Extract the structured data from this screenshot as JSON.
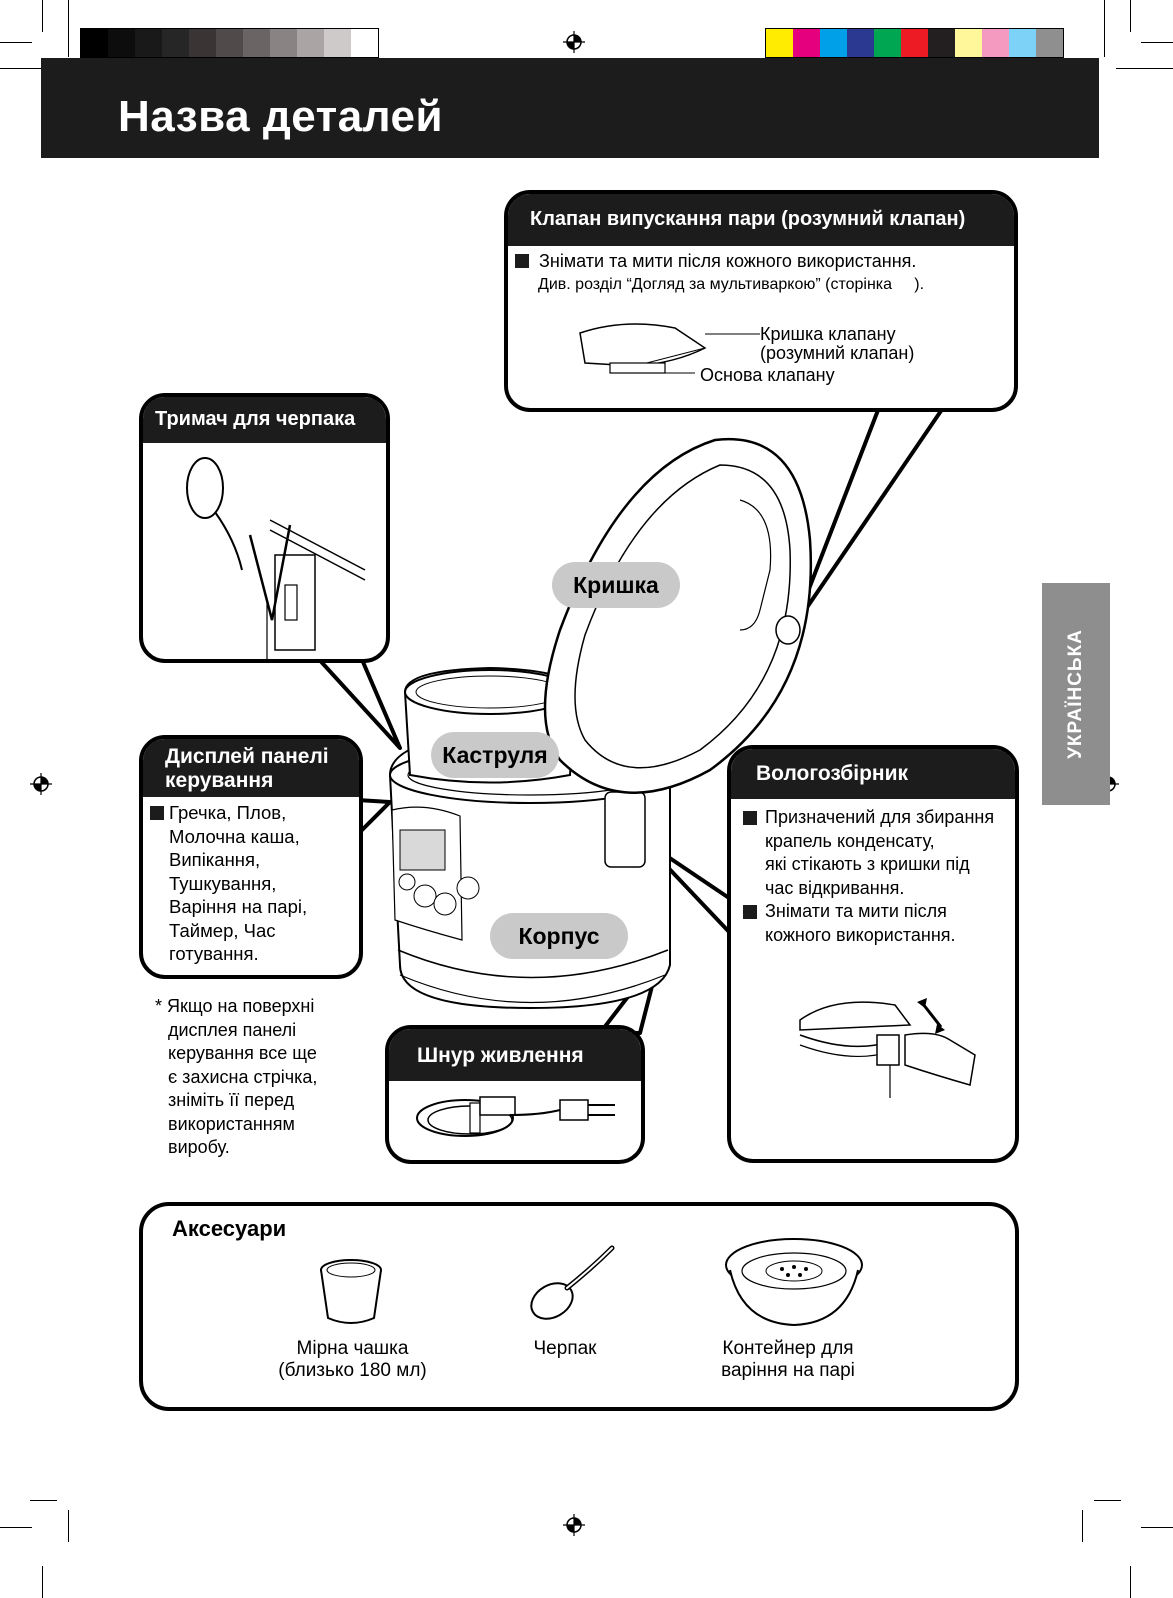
{
  "page": {
    "title": "Назва деталей",
    "language_tab": "УКРАЇНСЬКА"
  },
  "colors": {
    "grey_bar": [
      "#000000",
      "#0d0d0d",
      "#191919",
      "#262626",
      "#3a3434",
      "#514a4a",
      "#6b6464",
      "#8a8383",
      "#aaa4a4",
      "#cfcaca",
      "#ffffff"
    ],
    "color_bar": [
      "#ffec00",
      "#e5007e",
      "#00a0e9",
      "#2b3990",
      "#00a651",
      "#ed1c24",
      "#231f20",
      "#fff799",
      "#f49ac1",
      "#7dd3f7",
      "#8f8f8f"
    ]
  },
  "valve": {
    "heading": "Клапан випускання пари (розумний клапан)",
    "note1": "Знімати та мити після кожного використання.",
    "note2": "Див. розділ “Догляд за мультиваркою” (сторінка     ).",
    "label_cover_1": "Кришка клапану",
    "label_cover_2": "(розумний клапан)",
    "label_base": "Основа клапану"
  },
  "ladle_holder": {
    "heading": "Тримач для черпака"
  },
  "display": {
    "heading_1": "Дисплей панелі",
    "heading_2": "керування",
    "lines": [
      "Гречка, Плов,",
      "Молочна каша,",
      "Випікання,",
      "Тушкування,",
      "Варіння на парі,",
      "Таймер, Час",
      "готування."
    ]
  },
  "footnote": {
    "lines": [
      "* Якщо на поверхні",
      "дисплея панелі",
      "керування все ще",
      "є захисна стрічка,",
      "зніміть її перед",
      "використанням",
      "виробу."
    ]
  },
  "labels": {
    "lid": "Кришка",
    "pot": "Каструля",
    "body": "Корпус"
  },
  "power_cord": {
    "heading": "Шнур живлення"
  },
  "collector": {
    "heading": "Вологозбірник",
    "bullet1_lines": [
      "Призначений для збирання",
      "крапель конденсату,",
      "які стікають з кришки під",
      "час відкривання."
    ],
    "bullet2_lines": [
      "Знімати та мити після",
      "кожного використання."
    ]
  },
  "accessories": {
    "heading": "Аксесуари",
    "items": [
      {
        "line1": "Мірна чашка",
        "line2": "(близько 180 мл)"
      },
      {
        "line1": "Черпак",
        "line2": ""
      },
      {
        "line1": "Контейнер для",
        "line2": "варіння на парі"
      }
    ]
  }
}
